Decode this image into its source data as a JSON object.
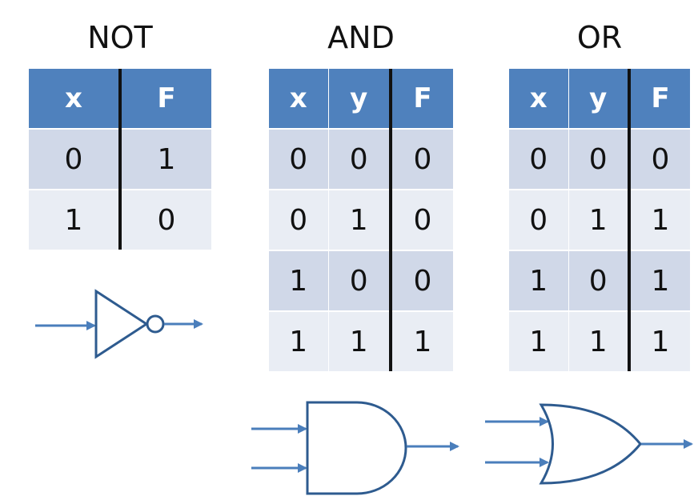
{
  "not": {
    "title": "NOT",
    "headers": [
      "x",
      "F"
    ],
    "rows": [
      [
        "0",
        "1"
      ],
      [
        "1",
        "0"
      ]
    ]
  },
  "and": {
    "title": "AND",
    "headers": [
      "x",
      "y",
      "F"
    ],
    "rows": [
      [
        "0",
        "0",
        "0"
      ],
      [
        "0",
        "1",
        "0"
      ],
      [
        "1",
        "0",
        "0"
      ],
      [
        "1",
        "1",
        "1"
      ]
    ]
  },
  "or": {
    "title": "OR",
    "headers": [
      "x",
      "y",
      "F"
    ],
    "rows": [
      [
        "0",
        "0",
        "0"
      ],
      [
        "0",
        "1",
        "1"
      ],
      [
        "1",
        "0",
        "1"
      ],
      [
        "1",
        "1",
        "1"
      ]
    ]
  },
  "colors": {
    "header": "#4f81bd",
    "row_odd": "#d0d8e8",
    "row_even": "#e9edf4",
    "gate_stroke": "#2e5b8f",
    "arrow": "#4a7ebb"
  }
}
